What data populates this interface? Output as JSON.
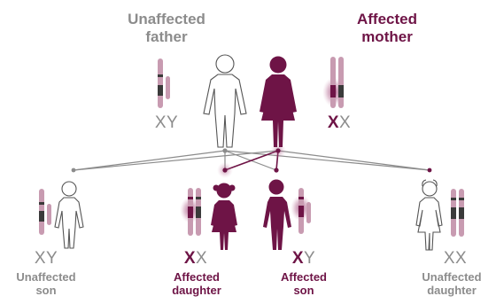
{
  "parents": {
    "father": {
      "label": "Unaffected father",
      "genotype_first": "X",
      "genotype_second": "Y",
      "affected": false
    },
    "mother": {
      "label": "Affected mother",
      "genotype_first": "X",
      "genotype_second": "X",
      "affected": true
    }
  },
  "children": [
    {
      "label_line1": "Unaffected",
      "label_line2": "son",
      "genotype_first": "X",
      "genotype_second": "Y",
      "affected": false
    },
    {
      "label_line1": "Affected",
      "label_line2": "daughter",
      "genotype_first": "X",
      "genotype_second": "X",
      "affected": true
    },
    {
      "label_line1": "Affected",
      "label_line2": "son",
      "genotype_first": "X",
      "genotype_second": "Y",
      "affected": true
    },
    {
      "label_line1": "Unaffected",
      "label_line2": "daughter",
      "genotype_first": "X",
      "genotype_second": "X",
      "affected": false
    }
  ],
  "colors": {
    "affected": "#6e1446",
    "unaffected": "#8c8c8c",
    "chromosome_light": "#c89bb1",
    "chromosome_dark": "#3a3a3a"
  }
}
